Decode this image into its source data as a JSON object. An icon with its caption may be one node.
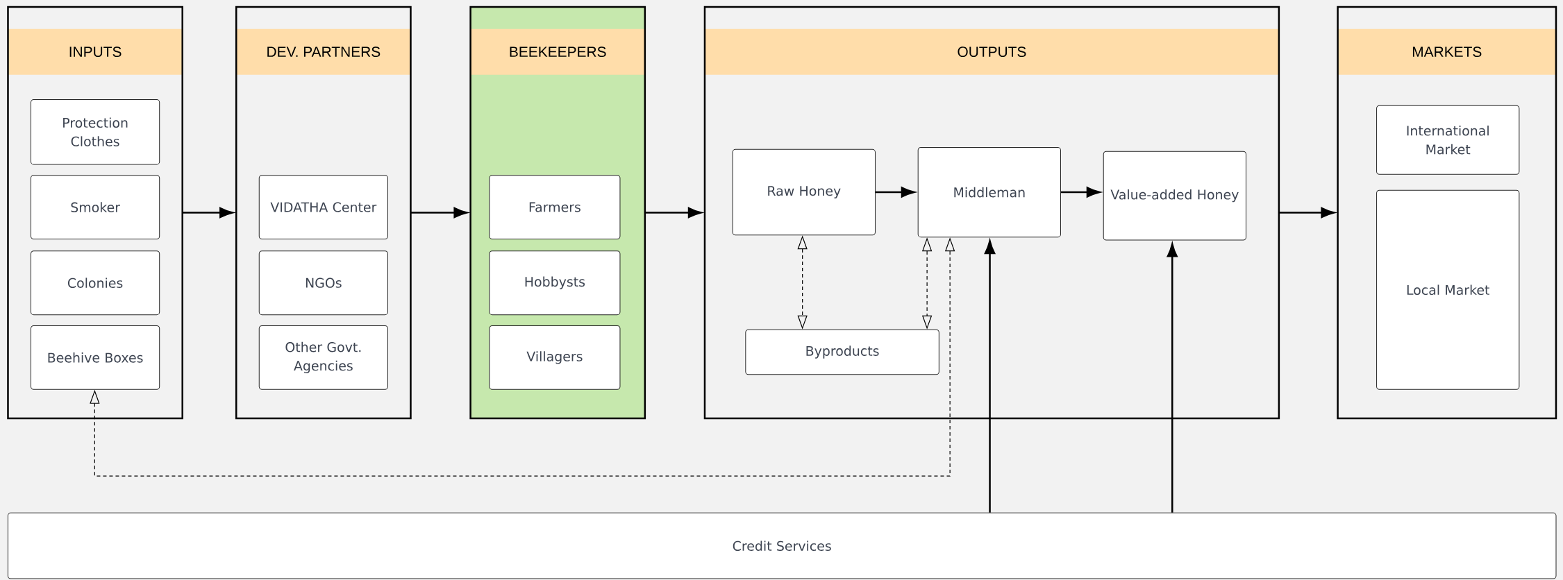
{
  "diagram": {
    "nodes": [
      {
        "text": [
          "INPUTS"
        ]
      },
      {
        "text": [
          "Protection Clothes"
        ],
        "in": 0
      },
      {
        "text": [
          "Smoker"
        ],
        "in": 0
      },
      {
        "text": [
          "Colonies"
        ],
        "in": 0
      },
      {
        "text": [
          "Beehive Boxes"
        ],
        "in": 0
      },
      {
        "text": [
          "DEV. PARTNERS"
        ]
      },
      {
        "text": [
          "VIDATHA Center"
        ],
        "in": 5
      },
      {
        "text": [
          "NGOs"
        ],
        "in": 5
      },
      {
        "text": [
          "Other Govt. Agencies"
        ],
        "in": 5
      },
      {
        "text": [
          "BEEKEEPERS"
        ]
      },
      {
        "text": [
          "Farmers"
        ],
        "in": 9
      },
      {
        "text": [
          "Hobbysts"
        ],
        "in": 9
      },
      {
        "text": [
          "Villagers"
        ],
        "in": 9
      },
      {
        "text": [
          "OUTPUTS"
        ]
      },
      {
        "text": [
          "Raw Honey"
        ],
        "in": 13
      },
      {
        "text": [
          "Middleman"
        ],
        "in": 13
      },
      {
        "text": [
          "Value-added Honey"
        ],
        "in": 13
      },
      {
        "text": [
          "Byproducts"
        ],
        "in": 13
      },
      {
        "text": [
          "MARKETS"
        ]
      },
      {
        "text": [
          "International Market"
        ],
        "in": 18
      },
      {
        "text": [
          "Local Market"
        ],
        "in": 18
      },
      {
        "text": [
          "Credit Services"
        ]
      }
    ],
    "edges": [
      {
        "from": 0,
        "to": 5,
        "arrow": "to"
      },
      {
        "from": 5,
        "to": 9,
        "arrow": "to"
      },
      {
        "from": 9,
        "to": 13,
        "arrow": "to"
      },
      {
        "from": 13,
        "to": 18,
        "arrow": "to"
      },
      {
        "from": 14,
        "to": 15,
        "arrow": "to"
      },
      {
        "from": 15,
        "to": 16,
        "arrow": "to"
      },
      {
        "from": 14,
        "to": 17,
        "arrow": "both",
        "style": "dashed"
      },
      {
        "from": 15,
        "to": 17,
        "arrow": "both",
        "style": "dashed"
      },
      {
        "from": 15,
        "to": 4,
        "arrow": "both",
        "style": "dashed"
      },
      {
        "from": 21,
        "to": 15,
        "arrow": "to"
      },
      {
        "from": 21,
        "to": 16,
        "arrow": "to"
      }
    ]
  }
}
